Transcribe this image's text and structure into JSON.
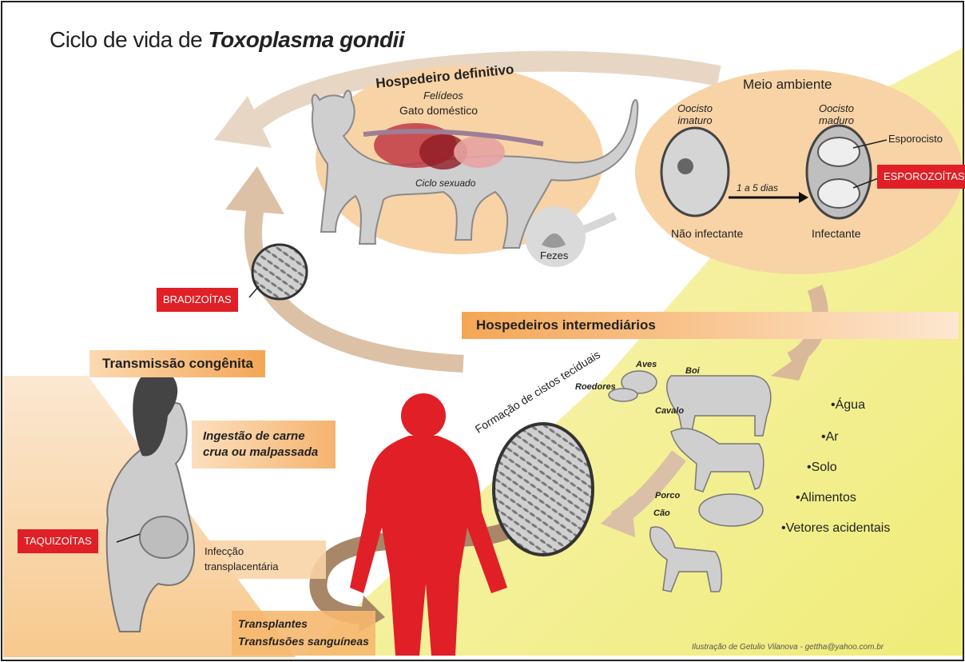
{
  "title_prefix": "Ciclo de vida de ",
  "title_species": "Toxoplasma gondii",
  "definitive_host": {
    "title": "Hospedeiro definitivo",
    "subtitle1": "Felídeos",
    "subtitle2": "Gato doméstico",
    "cycle_label": "Ciclo sexuado"
  },
  "feces_label": "Fezes",
  "environment": {
    "title": "Meio ambiente",
    "immature_oocyst": "Oocisto imaturo",
    "mature_oocyst": "Oocisto maduro",
    "sporocyst": "Esporocisto",
    "days": "1 a 5 dias",
    "not_infective": "Não infectante",
    "infective": "Infectante"
  },
  "red_labels": {
    "sporozoites": "ESPOROZOÍTAS",
    "bradyzoites": "BRADIZOÍTAS",
    "tachyzoites": "TAQUIZOÍTAS"
  },
  "intermediate_hosts": "Hospedeiros intermediários",
  "congenital": "Transmissão congênita",
  "ingestion": "Ingestão de carne crua ou malpassada",
  "transplacental": "Infecção transplacentária",
  "transplants": "Transplantes",
  "transfusions": "Transfusões sanguíneas",
  "tissue_cysts": "Formação de cistos teciduais",
  "animals": [
    "Aves",
    "Roedores",
    "Boi",
    "Cavalo",
    "Porco",
    "Cão"
  ],
  "sources": [
    "•Água",
    "•Ar",
    "•Solo",
    "•Alimentos",
    "•Vetores acidentais"
  ],
  "credit": "Ilustração de Getulio Vilanova - gettha@yahoo.com.br",
  "colors": {
    "peach": "#f8d3a6",
    "arrow": "#c9a889",
    "red": "#e01f26",
    "yellow": "#f5f2a0",
    "orange_band": "#f4a655"
  }
}
